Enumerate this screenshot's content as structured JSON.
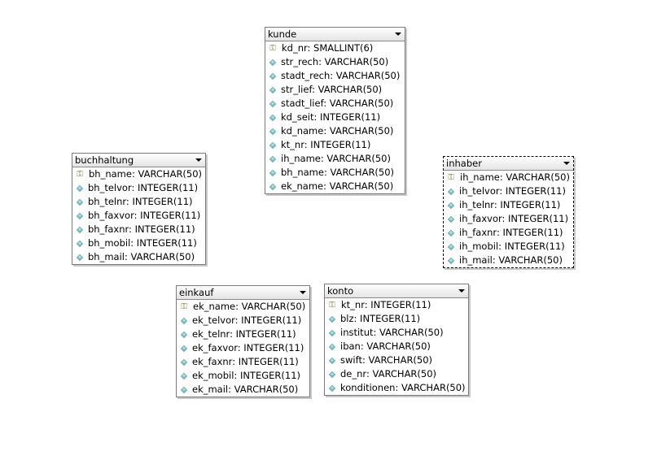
{
  "tables": [
    {
      "id": "kunde",
      "name": "kunde",
      "selected": false,
      "columns": [
        {
          "text": "kd_nr: SMALLINT(6)",
          "pk": true
        },
        {
          "text": "str_rech: VARCHAR(50)",
          "pk": false
        },
        {
          "text": "stadt_rech: VARCHAR(50)",
          "pk": false
        },
        {
          "text": "str_lief: VARCHAR(50)",
          "pk": false
        },
        {
          "text": "stadt_lief: VARCHAR(50)",
          "pk": false
        },
        {
          "text": "kd_seit: INTEGER(11)",
          "pk": false
        },
        {
          "text": "kd_name: VARCHAR(50)",
          "pk": false
        },
        {
          "text": "kt_nr: INTEGER(11)",
          "pk": false
        },
        {
          "text": "ih_name: VARCHAR(50)",
          "pk": false
        },
        {
          "text": "bh_name: VARCHAR(50)",
          "pk": false
        },
        {
          "text": "ek_name: VARCHAR(50)",
          "pk": false
        }
      ]
    },
    {
      "id": "buchhaltung",
      "name": "buchhaltung",
      "selected": false,
      "columns": [
        {
          "text": "bh_name: VARCHAR(50)",
          "pk": true
        },
        {
          "text": "bh_telvor: INTEGER(11)",
          "pk": false
        },
        {
          "text": "bh_telnr: INTEGER(11)",
          "pk": false
        },
        {
          "text": "bh_faxvor: INTEGER(11)",
          "pk": false
        },
        {
          "text": "bh_faxnr: INTEGER(11)",
          "pk": false
        },
        {
          "text": "bh_mobil: INTEGER(11)",
          "pk": false
        },
        {
          "text": "bh_mail: VARCHAR(50)",
          "pk": false
        }
      ]
    },
    {
      "id": "inhaber",
      "name": "inhaber",
      "selected": true,
      "columns": [
        {
          "text": "ih_name: VARCHAR(50)",
          "pk": true
        },
        {
          "text": "ih_telvor: INTEGER(11)",
          "pk": false
        },
        {
          "text": "ih_telnr: INTEGER(11)",
          "pk": false
        },
        {
          "text": "ih_faxvor: INTEGER(11)",
          "pk": false
        },
        {
          "text": "ih_faxnr: INTEGER(11)",
          "pk": false
        },
        {
          "text": "ih_mobil: INTEGER(11)",
          "pk": false
        },
        {
          "text": "ih_mail: VARCHAR(50)",
          "pk": false
        }
      ]
    },
    {
      "id": "einkauf",
      "name": "einkauf",
      "selected": false,
      "columns": [
        {
          "text": "ek_name: VARCHAR(50)",
          "pk": true
        },
        {
          "text": "ek_telvor: INTEGER(11)",
          "pk": false
        },
        {
          "text": "ek_telnr: INTEGER(11)",
          "pk": false
        },
        {
          "text": "ek_faxvor: INTEGER(11)",
          "pk": false
        },
        {
          "text": "ek_faxnr: INTEGER(11)",
          "pk": false
        },
        {
          "text": "ek_mobil: INTEGER(11)",
          "pk": false
        },
        {
          "text": "ek_mail: VARCHAR(50)",
          "pk": false
        }
      ]
    },
    {
      "id": "konto",
      "name": "konto",
      "selected": false,
      "columns": [
        {
          "text": "kt_nr: INTEGER(11)",
          "pk": true
        },
        {
          "text": "blz: INTEGER(11)",
          "pk": false
        },
        {
          "text": "institut: VARCHAR(50)",
          "pk": false
        },
        {
          "text": "iban: VARCHAR(50)",
          "pk": false
        },
        {
          "text": "swift: VARCHAR(50)",
          "pk": false
        },
        {
          "text": "de_nr: VARCHAR(50)",
          "pk": false
        },
        {
          "text": "konditionen: VARCHAR(50)",
          "pk": false
        }
      ]
    }
  ]
}
